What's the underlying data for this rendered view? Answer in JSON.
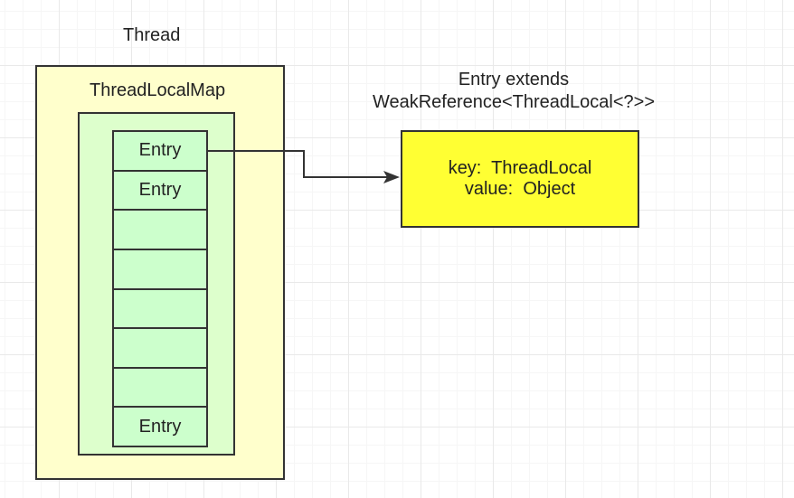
{
  "thread": {
    "label": "Thread"
  },
  "map": {
    "label": "ThreadLocalMap"
  },
  "entries": [
    "Entry",
    "Entry",
    "",
    "",
    "",
    "",
    "",
    "Entry"
  ],
  "entry_class": {
    "line1": "Entry extends",
    "line2": "WeakReference<ThreadLocal<?>>",
    "key": "key:  ThreadLocal",
    "value": "value:  Object"
  },
  "colors": {
    "thread_fill": "#ffffcc",
    "map_fill": "#ddffcc",
    "entry_fill": "#ccffcc",
    "detail_fill": "#ffff33",
    "stroke": "#333333"
  }
}
